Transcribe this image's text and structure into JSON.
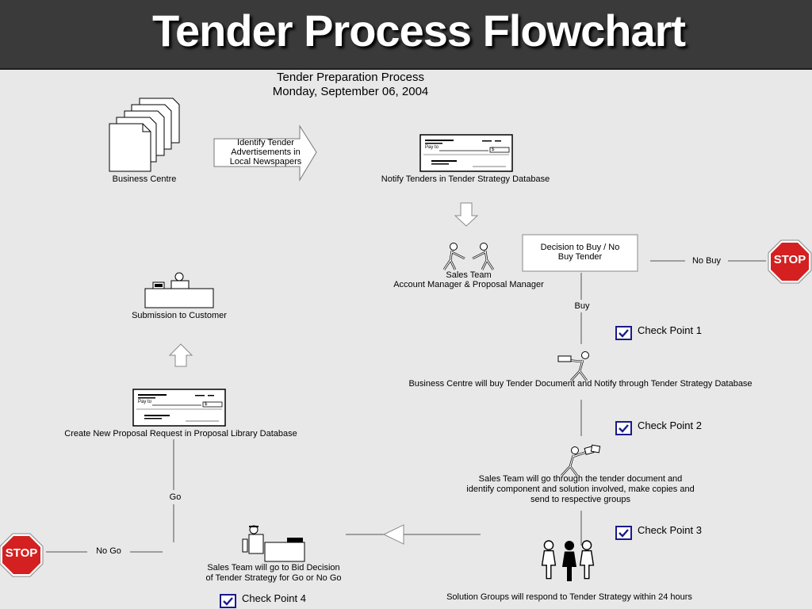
{
  "header": {
    "title": "Tender Process Flowchart"
  },
  "subtitle": {
    "line1": "Tender Preparation Process",
    "line2": "Monday, September 06, 2004"
  },
  "nodes": {
    "business_centre": "Business Centre",
    "identify_tender": [
      "Identify Tender",
      "Advertisements in",
      "Local Newspapers"
    ],
    "notify_tenders": "Notify Tenders in Tender Strategy Database",
    "sales_team": [
      "Sales Team",
      "Account Manager & Proposal Manager"
    ],
    "decision": [
      "Decision to Buy / No",
      "Buy Tender"
    ],
    "buy_tender_doc": "Business Centre will buy Tender Document and Notify through Tender Strategy Database",
    "sales_go_through": [
      "Sales Team will go through the tender document  and",
      "identify component and solution involved, make copies  and",
      "send to respective groups"
    ],
    "solution_groups": "Solution Groups will respond to  Tender Strategy within 24 hours",
    "bid_decision": [
      "Sales Team will go to Bid Decision",
      "of  Tender Strategy for Go or No Go"
    ],
    "create_proposal": "Create New Proposal Request in Proposal Library Database",
    "submission": "Submission to Customer"
  },
  "edges": {
    "no_buy": "No Buy",
    "buy": "Buy",
    "go": "Go",
    "no_go": "No Go"
  },
  "checkpoints": [
    "Check Point 1",
    "Check Point 2",
    "Check Point 3",
    "Check Point 4"
  ],
  "stop_sign": {
    "text": "STOP",
    "color": "#d42020"
  },
  "cheque": {
    "pay_to": "Pay to",
    "currency": "$"
  },
  "colors": {
    "header_bg": "#3a3a3a",
    "canvas_bg": "#e8e8e8",
    "checkbox_border": "#1a1a8c",
    "check_mark": "#1a1a8c"
  }
}
